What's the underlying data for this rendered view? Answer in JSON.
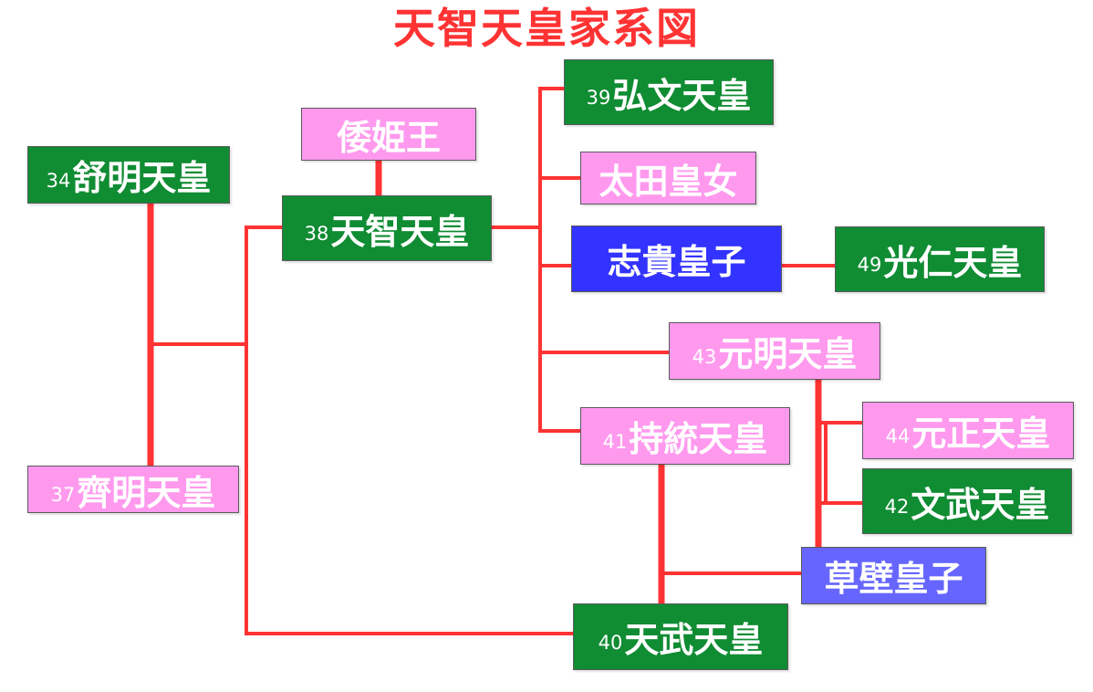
{
  "title": "天智天皇家系図",
  "colors": {
    "emperor": "#108c33",
    "female": "#ff99ee",
    "prince": "#3333ff",
    "prince_light": "#6666ff",
    "line": "#ff3333",
    "title": "#ff3333"
  },
  "nodes": {
    "jomei": {
      "num": "34",
      "name": "舒明天皇"
    },
    "kogyoku": {
      "num": "37",
      "name": "齊明天皇"
    },
    "yamato": {
      "num": "",
      "name": "倭姫王"
    },
    "tenji": {
      "num": "38",
      "name": "天智天皇"
    },
    "kobun": {
      "num": "39",
      "name": "弘文天皇"
    },
    "ota": {
      "num": "",
      "name": "太田皇女"
    },
    "shiki": {
      "num": "",
      "name": "志貴皇子"
    },
    "konin": {
      "num": "49",
      "name": "光仁天皇"
    },
    "genmei": {
      "num": "43",
      "name": "元明天皇"
    },
    "jito": {
      "num": "41",
      "name": "持統天皇"
    },
    "gensho": {
      "num": "44",
      "name": "元正天皇"
    },
    "monmu": {
      "num": "42",
      "name": "文武天皇"
    },
    "kusakabe": {
      "num": "",
      "name": "草壁皇子"
    },
    "tenmu": {
      "num": "40",
      "name": "天武天皇"
    }
  }
}
